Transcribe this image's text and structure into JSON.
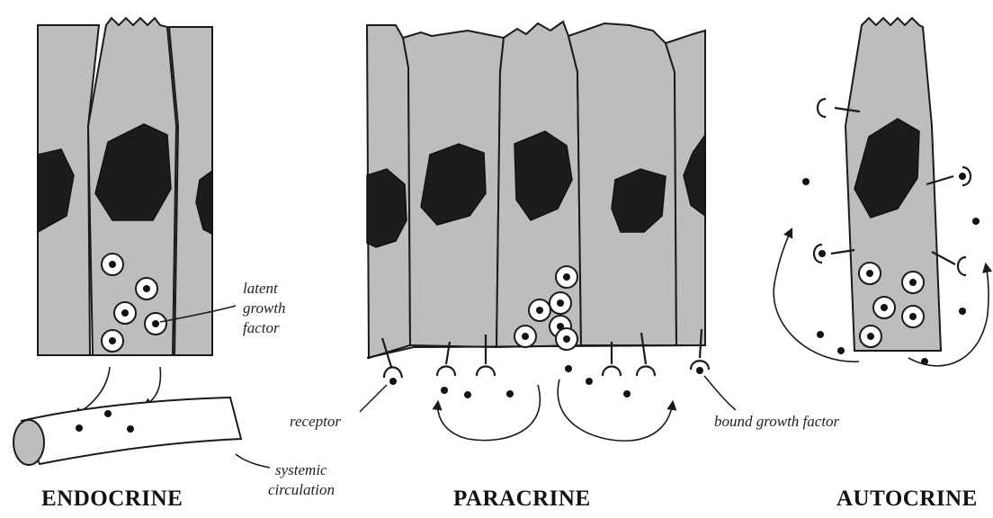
{
  "panels": {
    "endocrine": {
      "title": "ENDOCRINE"
    },
    "paracrine": {
      "title": "PARACRINE"
    },
    "autocrine": {
      "title": "AUTOCRINE"
    }
  },
  "labels": {
    "latent_growth_factor": [
      "latent",
      "growth",
      "factor"
    ],
    "receptor": "receptor",
    "bound_growth_factor": "bound growth factor",
    "systemic_circulation": [
      "systemic",
      "circulation"
    ]
  }
}
